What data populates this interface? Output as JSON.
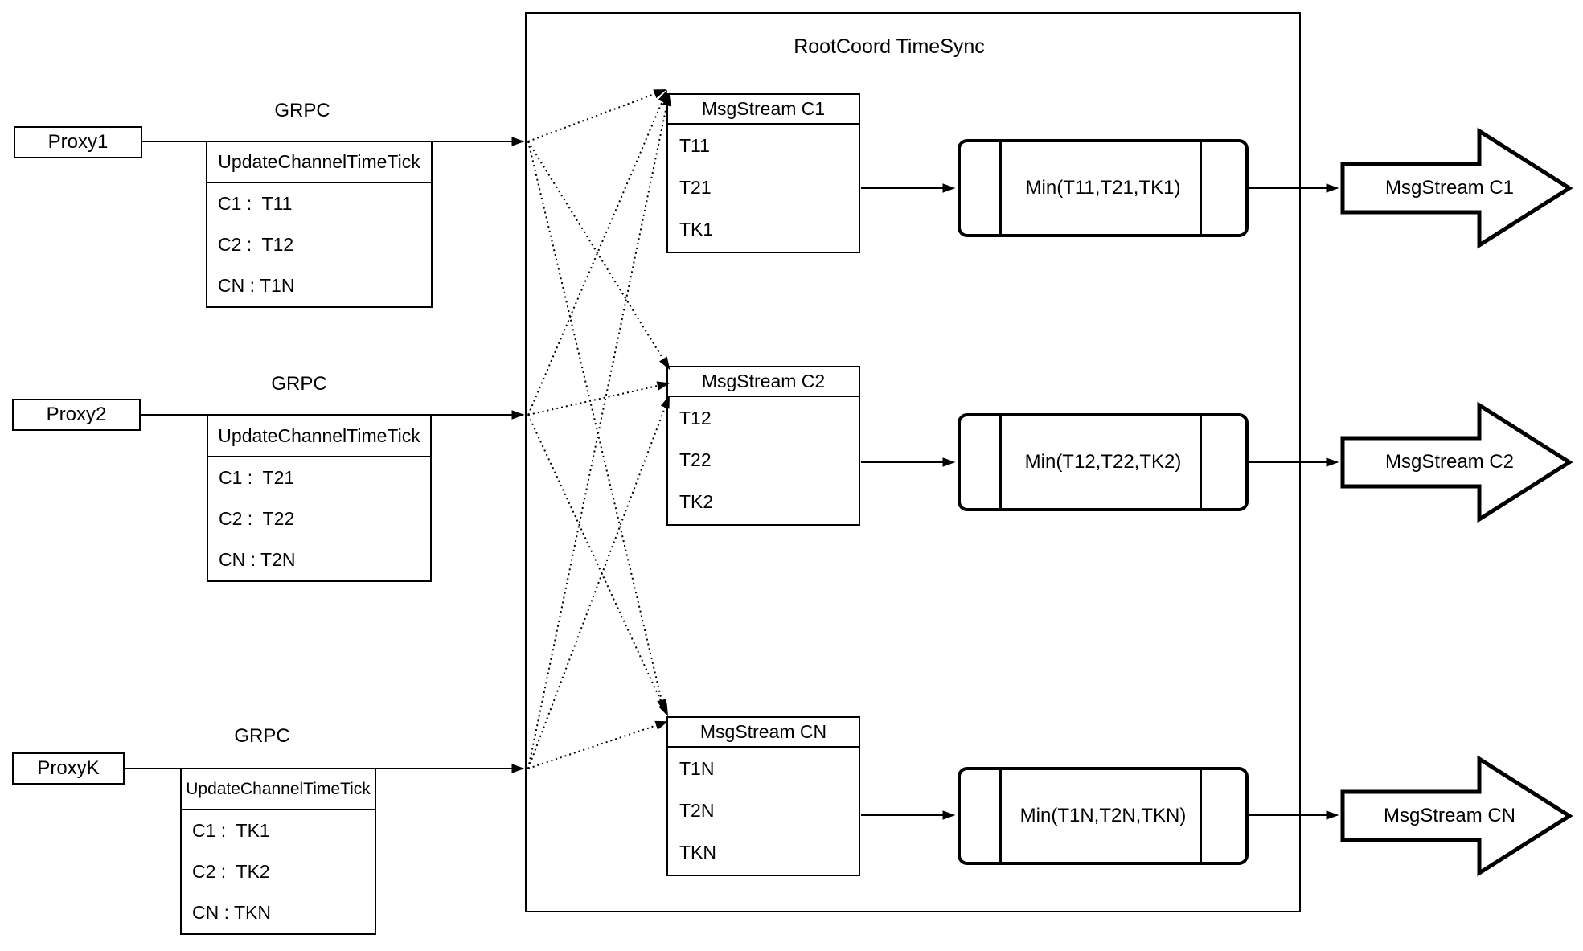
{
  "diagram": {
    "root_box_title": "RootCoord TimeSync",
    "proxies": [
      {
        "name": "Proxy1",
        "protocol_label": "GRPC",
        "message": {
          "header": "UpdateChannelTimeTick",
          "rows": [
            "C1 :  T11",
            "C2 :  T12",
            "CN : T1N"
          ]
        }
      },
      {
        "name": "Proxy2",
        "protocol_label": "GRPC",
        "message": {
          "header": "UpdateChannelTimeTick",
          "rows": [
            "C1 :  T21",
            "C2 :  T22",
            "CN : T2N"
          ]
        }
      },
      {
        "name": "ProxyK",
        "protocol_label": "GRPC",
        "message": {
          "header": "UpdateChannelTimeTick",
          "rows": [
            "C1 :  TK1",
            "C2 :  TK2",
            "CN : TKN"
          ]
        }
      }
    ],
    "channels": [
      {
        "stream": {
          "header": "MsgStream C1",
          "rows": [
            "T11",
            "T21",
            "TK1"
          ]
        },
        "min_label": "Min(T11,T21,TK1)",
        "output_label": "MsgStream C1"
      },
      {
        "stream": {
          "header": "MsgStream C2",
          "rows": [
            "T12",
            "T22",
            "TK2"
          ]
        },
        "min_label": "Min(T12,T22,TK2)",
        "output_label": "MsgStream C2"
      },
      {
        "stream": {
          "header": "MsgStream CN",
          "rows": [
            "T1N",
            "T2N",
            "TKN"
          ]
        },
        "min_label": "Min(T1N,T2N,TKN)",
        "output_label": "MsgStream CN"
      }
    ],
    "colors": {
      "stroke": "#000000",
      "fill": "#ffffff"
    }
  }
}
